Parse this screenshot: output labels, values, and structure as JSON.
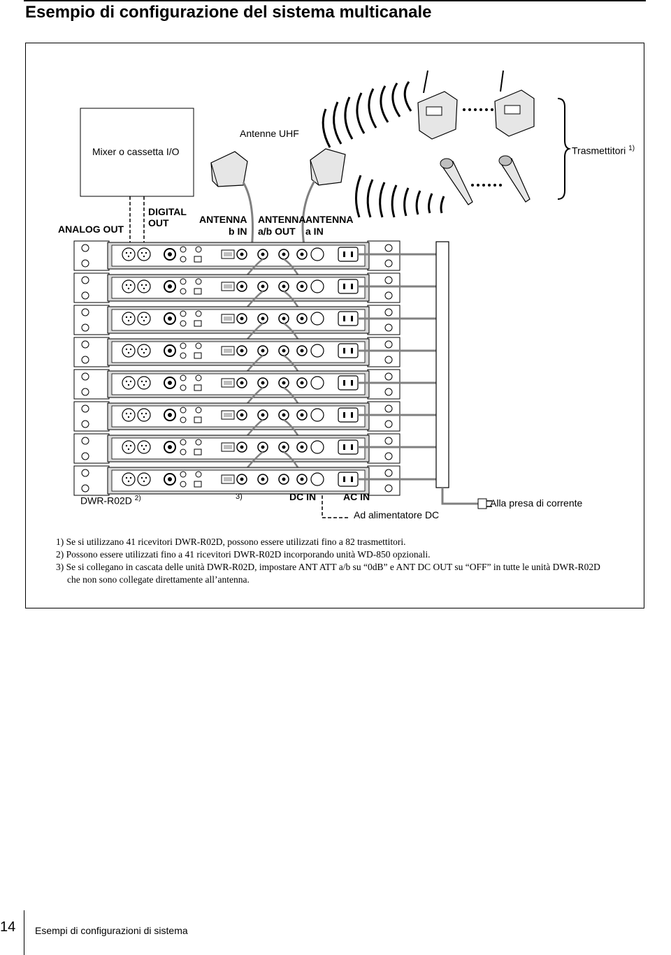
{
  "page": {
    "title": "Esempio di configurazione del sistema multicanale",
    "number": "14",
    "footer_text": "Esempi di configurazioni di sistema"
  },
  "diagram": {
    "mixer_label": "Mixer o cassetta I/O",
    "antenna_label": "Antenne UHF",
    "transmitters_label": "Trasmettitori",
    "transmitters_ref": "1)",
    "analog_out": "ANALOG OUT",
    "digital_out_l1": "DIGITAL",
    "digital_out_l2": "OUT",
    "antenna_b_l1": "ANTENNA",
    "antenna_b_l2": "b IN",
    "antenna_ab_l1": "ANTENNA",
    "antenna_ab_l2": "a/b OUT",
    "antenna_a_l1": "ANTENNA",
    "antenna_a_l2": "a IN",
    "receiver_label": "DWR-R02D",
    "receiver_ref": "2)",
    "ref3": "3)",
    "dc_in": "DC IN",
    "ac_in": "AC IN",
    "dc_supply": "Ad alimentatore DC",
    "outlet": "Alla presa di corrente"
  },
  "notes": [
    "1) Se si utilizzano 41 ricevitori DWR-R02D, possono essere utilizzati fino a 82 trasmettitori.",
    "2) Possono essere utilizzati fino a 41 ricevitori DWR-R02D incorporando unità WD-850 opzionali.",
    "3) Se si collegano in cascata delle unità DWR-R02D, impostare ANT ATT a/b su “0dB” e ANT DC OUT su “OFF” in tutte le unità DWR-R02D che non sono collegate direttamente all’antenna."
  ],
  "colors": {
    "cable": "#808080",
    "panel": "#d9d9d9",
    "panel_dark": "#bfbfbf"
  }
}
